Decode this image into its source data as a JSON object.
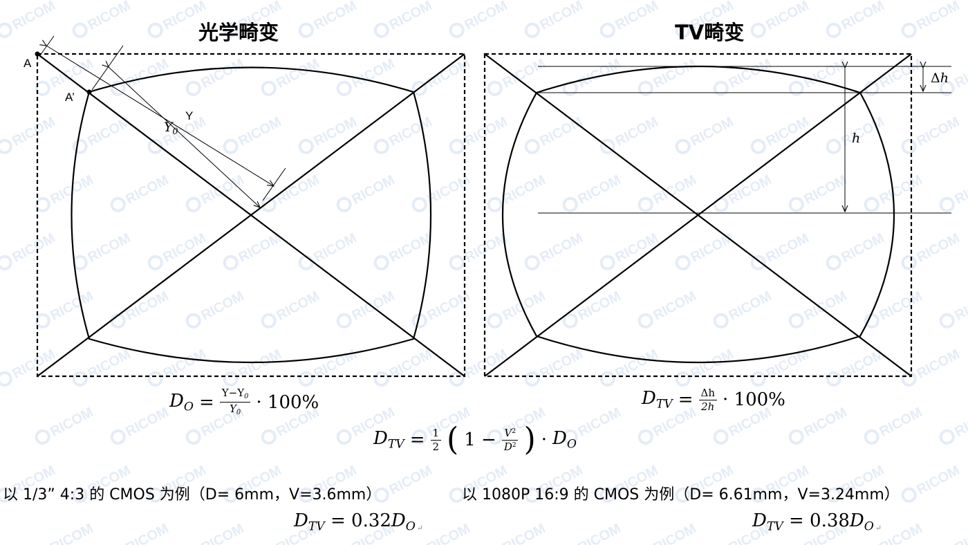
{
  "titles": {
    "optical": "光学畸变",
    "tv": "TV畸变"
  },
  "watermark": {
    "text": "RICOM"
  },
  "optical_diagram": {
    "labels": {
      "A": "A",
      "A_prime": "A’",
      "Y": "Y",
      "Y0": "Y",
      "Y0_sub": "0"
    }
  },
  "tv_diagram": {
    "labels": {
      "delta_h": "Δ",
      "delta_h_var": "h",
      "h": "h"
    }
  },
  "formulas": {
    "optical": {
      "lhs": "D",
      "lhs_sub": "O",
      "eq": "=",
      "num": "Y−Y",
      "num_sub": "0",
      "den": "Y",
      "den_sub": "0",
      "tail": "· 100%"
    },
    "tv": {
      "lhs": "D",
      "lhs_sub": "TV",
      "eq": "=",
      "num": "Δh",
      "den": "2h",
      "tail": "· 100%"
    },
    "relation": {
      "lhs": "D",
      "lhs_sub": "TV",
      "eq": "=",
      "half_num": "1",
      "half_den": "2",
      "lparen": "(",
      "one_minus": "1 −",
      "v_num": "V",
      "v_exp": "2",
      "d_den": "D",
      "d_exp": "2",
      "rparen": ")",
      "dot": "·",
      "rhs": "D",
      "rhs_sub": "O"
    }
  },
  "examples": {
    "left": {
      "text": "以 1/3” 4:3 的 CMOS 为例（D= 6mm，V=3.6mm）",
      "result_lhs": "D",
      "result_lhs_sub": "TV",
      "result_eq": "=",
      "result_value": "0.32",
      "result_rhs": "D",
      "result_rhs_sub": "O",
      "result_mark": "↵"
    },
    "right": {
      "text": "以 1080P 16:9 的 CMOS 为例（D= 6.61mm，V=3.24mm）",
      "result_lhs": "D",
      "result_lhs_sub": "TV",
      "result_eq": "=",
      "result_value": "0.38",
      "result_rhs": "D",
      "result_rhs_sub": "O",
      "result_mark": "↵"
    }
  },
  "colors": {
    "line": "#000000",
    "background": "#ffffff",
    "watermark": "#e4ecf6"
  }
}
